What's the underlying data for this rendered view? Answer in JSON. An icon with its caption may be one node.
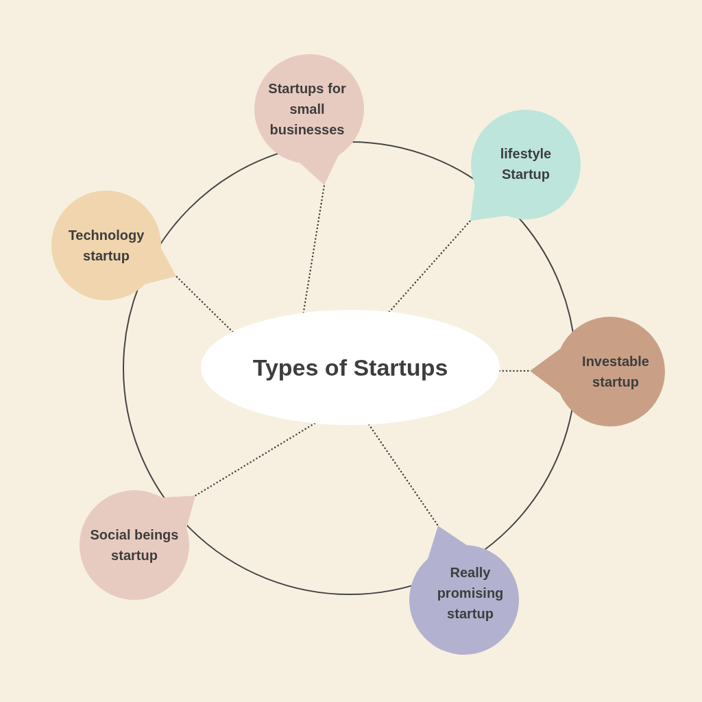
{
  "diagram": {
    "nodes": [
      {
        "text": [
          "Types of Startups"
        ]
      },
      {
        "text": [
          "Startups for small businesses"
        ]
      },
      {
        "text": [
          "lifestyle Startup"
        ]
      },
      {
        "text": [
          "Technology startup"
        ]
      },
      {
        "text": [
          "Investable startup"
        ]
      },
      {
        "text": [
          "Social beings startup"
        ]
      },
      {
        "text": [
          "Really promising startup"
        ]
      }
    ],
    "edges": [
      {
        "from": 0,
        "to": 1,
        "arrow": "none",
        "style": "dashed"
      },
      {
        "from": 0,
        "to": 2,
        "arrow": "none",
        "style": "dashed"
      },
      {
        "from": 0,
        "to": 3,
        "arrow": "none",
        "style": "dashed"
      },
      {
        "from": 0,
        "to": 4,
        "arrow": "none",
        "style": "dashed"
      },
      {
        "from": 0,
        "to": 5,
        "arrow": "none",
        "style": "dashed"
      },
      {
        "from": 0,
        "to": 6,
        "arrow": "none",
        "style": "dashed"
      }
    ]
  }
}
